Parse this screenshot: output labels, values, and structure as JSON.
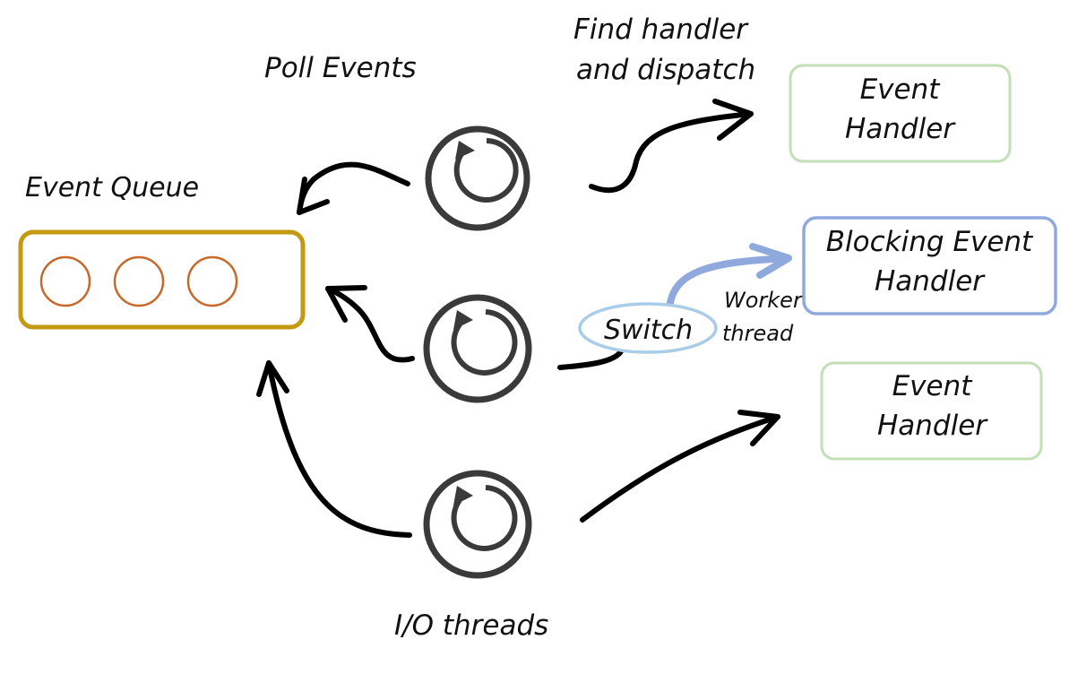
{
  "labels": {
    "poll_events": "Poll Events",
    "find_handler_line1": "Find handler",
    "find_handler_line2": "and dispatch",
    "event_queue": "Event Queue",
    "io_threads": "I/O threads",
    "switch": "Switch",
    "worker_line1": "Worker",
    "worker_line2": "thread"
  },
  "handlers": [
    {
      "line1": "Event",
      "line2": "Handler",
      "color": "#c2dfb6"
    },
    {
      "line1": "Blocking Event",
      "line2": "Handler",
      "color": "#8fa9dc"
    },
    {
      "line1": "Event",
      "line2": "Handler",
      "color": "#c2dfb6"
    }
  ],
  "queue": {
    "border_color": "#c49a12",
    "item_color": "#c8682a",
    "items": 3
  },
  "loops": {
    "count": 3,
    "icon": "refresh-loop-icon",
    "color": "#3a3a3a"
  },
  "colors": {
    "arrow": "#000000",
    "worker_arrow": "#8fa9dc",
    "switch_border": "#a9cde8"
  }
}
